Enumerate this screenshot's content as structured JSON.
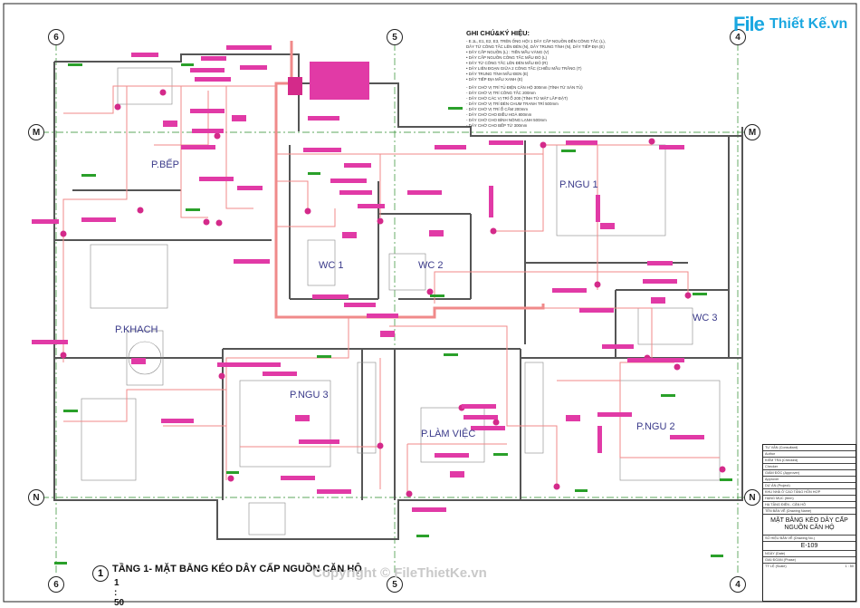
{
  "grid": {
    "six": "6",
    "five": "5",
    "four": "4",
    "m": "M",
    "n": "N"
  },
  "rooms": {
    "bep": "P.BẾP",
    "ngu1": "P.NGU 1",
    "wc1": "WC 1",
    "wc2": "WC 2",
    "wc3": "WC 3",
    "khach": "P.KHACH",
    "ngu3": "P.NGU 3",
    "lamviec": "P.LÀM VIỆC",
    "ngu2": "P.NGU 2"
  },
  "legend": {
    "title": "GHI CHÚ&KÝ HIỆU:",
    "lines": [
      "- E.1L, E1, E2, E3, TRÊN ỐNG HỘI 1 DÂY CẤP NGUỒN ĐẾN CÔNG TẮC (L),",
      "  DÂY TỪ CÔNG TẮC LÊN ĐÈN (N), DÂY TRUNG TÍNH (N), DÂY TIẾP ĐỊA (E)",
      "  • DÂY CẤP NGUỒN (L) : TIẾN MẦU VÀNG (V)",
      "  • DÂY CẤP NGUỒN CÔNG TẮC MẦU ĐỎ (L)",
      "  • DÂY TỪ CÔNG TẮC LÊN ĐÈN MẦU ĐỎ (R)",
      "  • DÂY LIÊN ĐOẠN GIỮA 2 CÔNG TẮC (CHIỀU MẦU TRẮNG (T)",
      "  • DÂY TRUNG TÍNH MẦU ĐEN (E)",
      "  • DÂY TIẾP ĐỊA MẦU XANH (E)",
      "- DÂY CHỜ VỊ TRÍ TỦ ĐIỆN CĂN HỘ 300mm (TÍNH TỪ SÀN TỦ)",
      "- DÂY CHỜ VỊ TRÍ CÔNG TẮC 200mm",
      "- DÂY CHỜ CÁC VỊ TRÍ Ổ 200 (TÍNH TỪ MẶT LẮP ĐẶT)",
      "- DÂY CHỜ VỊ TRÍ ĐÈN CHUM TRANH TRÍ 500mm",
      "- DÂY CHỜ VỊ TRÍ Ổ CẮM 200mm",
      "- DÂY CHỜ CHO ĐIỀU HOÀ 800mm",
      "- DÂY CHỜ CHO BÌNH NÓNG LẠNH 500mm",
      "- DÂY CHỜ CHO BẾP TỪ 300mm"
    ]
  },
  "title_block": {
    "rows": [
      "TƯ VẤN (Consultant)",
      "Author",
      "KIỂM TRA (Checked)",
      "Checker",
      "GIÁM ĐỐC (Approver)",
      "Approver",
      "DỰ ÁN (Project)",
      "KHU NHÀ Ở CAO TẦNG HỖN HỢP",
      "HẠNG MỤC (Item)",
      "HẠ TẦNG ĐIỆN - CĂN HỘ"
    ],
    "sheet_name_label": "TÊN BẢN VẼ (Drawing Name)",
    "sheet_title": "MẶT BẰNG KÉO DÂY CẤP NGUỒN CĂN HỘ",
    "sheet_no_label": "SỐ HIỆU BẢN VẼ (Drawing No.)",
    "sheet_no": "E-109",
    "footer_rows": [
      "NGÀY (Date)",
      "GIAI ĐOẠN (Phase)",
      "TỶ LỆ (Scale)"
    ],
    "scale_value": "1 : 50"
  },
  "caption": {
    "number": "1",
    "title": "TẦNG 1- MẶT BẰNG KÉO DÂY CẤP NGUỒN CĂN HỘ",
    "scale": "1 : 50"
  },
  "logo": {
    "file": "File",
    "rest": "Thiết Kế.vn"
  },
  "watermark": "Copyright © FileThietKe.vn",
  "colors": {
    "wire": "#f08a8a",
    "tag": "#e13aa6",
    "wall": "#555555",
    "grid_line": "#2a8a2a",
    "note_green": "#2aa02a"
  }
}
